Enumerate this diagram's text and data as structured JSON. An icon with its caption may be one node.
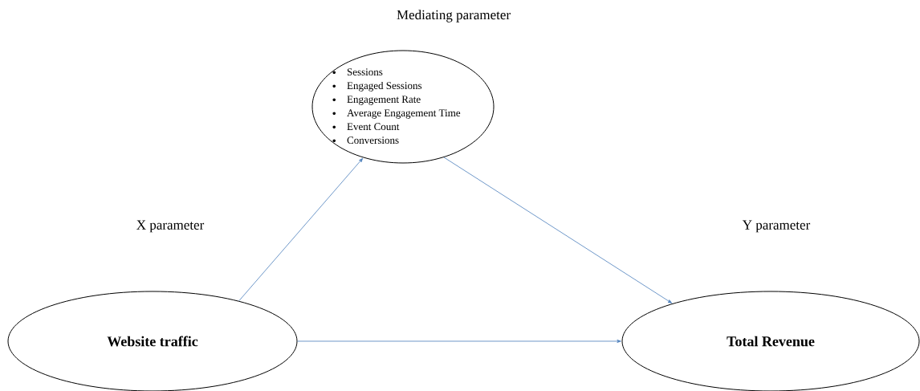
{
  "diagram": {
    "nodes": [
      {
        "text": [
          "Mediating parameter",
          "Sessions",
          "Engaged Sessions",
          "Engagement Rate",
          "Average Engagement Time",
          "Event Count",
          "Conversions"
        ]
      },
      {
        "text": [
          "X parameter",
          "Website traffic"
        ]
      },
      {
        "text": [
          "Y parameter",
          "Total Revenue"
        ]
      }
    ],
    "edges": [
      {
        "from": 1,
        "to": 0,
        "arrow": "to"
      },
      {
        "from": 0,
        "to": 2,
        "arrow": "to"
      },
      {
        "from": 1,
        "to": 2,
        "arrow": "to"
      }
    ]
  }
}
